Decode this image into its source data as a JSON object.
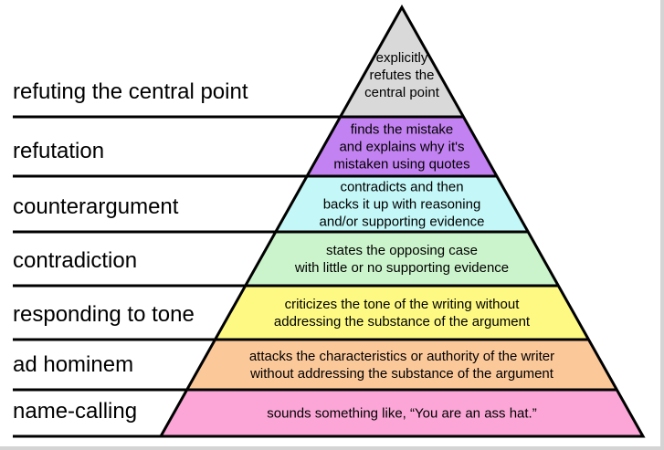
{
  "pyramid": {
    "tiers": [
      {
        "label": "refuting the central point",
        "description": [
          "explicitly",
          "refutes the",
          "central point"
        ],
        "color": "#d9d9d9"
      },
      {
        "label": "refutation",
        "description": [
          "finds the mistake",
          "and explains why it's",
          "mistaken using quotes"
        ],
        "color": "#c382f1"
      },
      {
        "label": "counterargument",
        "description": [
          "contradicts and then",
          "backs it up with reasoning",
          "and/or supporting evidence"
        ],
        "color": "#c4f7f7"
      },
      {
        "label": "contradiction",
        "description": [
          "states the opposing case",
          "with little or no supporting evidence"
        ],
        "color": "#ccf4cc"
      },
      {
        "label": "responding to tone",
        "description": [
          "criticizes the tone of the writing without",
          "addressing the substance of the argument"
        ],
        "color": "#fdf983"
      },
      {
        "label": "ad hominem",
        "description": [
          "attacks the characteristics or authority of the writer",
          "without addressing the substance of the argument"
        ],
        "color": "#fbc89a"
      },
      {
        "label": "name-calling",
        "description": [
          "sounds something like, “You are an ass hat.”"
        ],
        "color": "#fba6d6"
      }
    ]
  }
}
